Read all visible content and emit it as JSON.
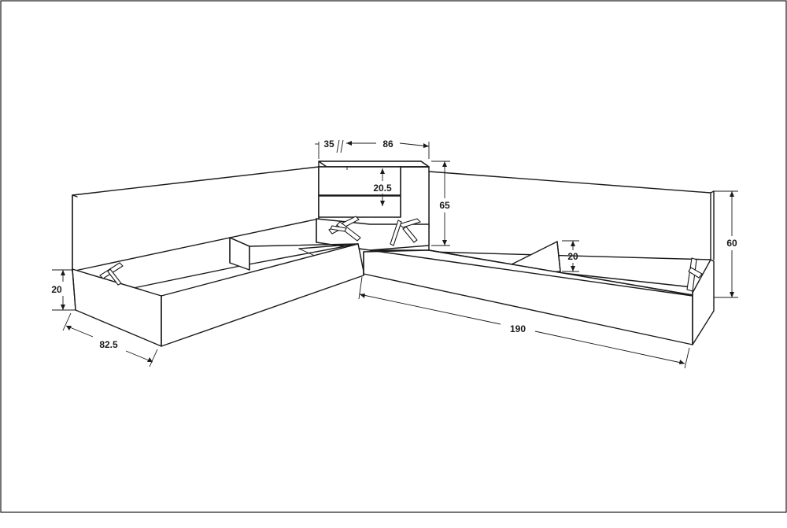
{
  "dimensions": {
    "headboard_height": "60",
    "drawer_unit_height": "65",
    "drawer_front_height": "20.5",
    "drawer_unit_depth": "35",
    "drawer_unit_width": "86",
    "left_bed_frame_height": "20",
    "left_bed_width": "82.5",
    "right_bed_frame_height": "20",
    "right_bed_length": "190"
  },
  "colors": {
    "line": "#1a1a1a",
    "background": "#ffffff"
  }
}
